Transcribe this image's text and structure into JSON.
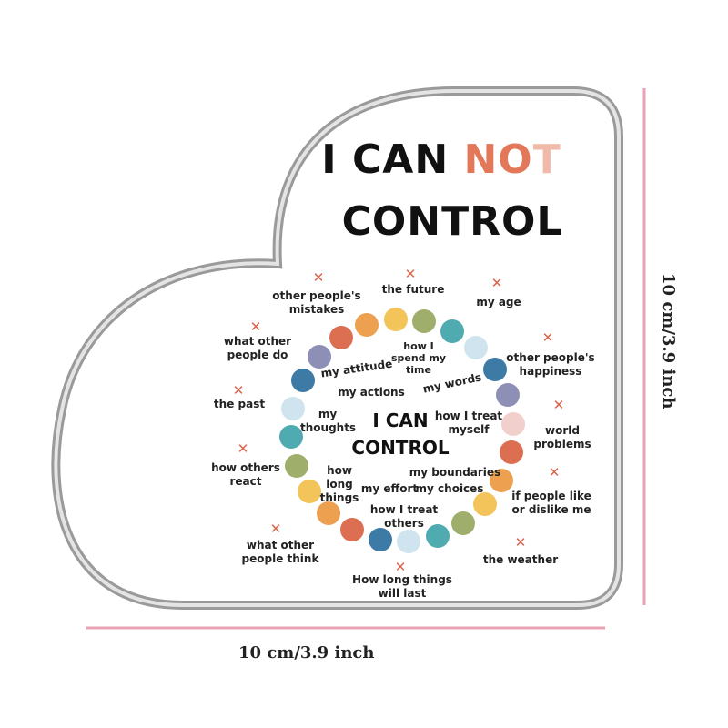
{
  "title": {
    "line1_prefix": "I CAN ",
    "line1_accent": "NO",
    "line1_faded": "T",
    "line2": "CONTROL"
  },
  "center": {
    "line1": "I CAN",
    "line2": "CONTROL"
  },
  "can_control": [
    "how I spend my time",
    "my attitude",
    "my words",
    "my actions",
    "my thoughts",
    "how I treat myself",
    "how long things",
    "my boundaries",
    "my effort",
    "my choices",
    "how I treat others"
  ],
  "cannot_control": [
    "other people's mistakes",
    "the future",
    "my age",
    "what other people do",
    "other people's happiness",
    "the past",
    "world problems",
    "how others react",
    "if people like or dislike me",
    "what other people think",
    "the weather",
    "How long things will last"
  ],
  "x_mark": "✕",
  "dimensions": {
    "height": "10 cm/3.9 inch",
    "width": "10 cm/3.9 inch"
  },
  "colors": {
    "accent": "#e2775a",
    "dim_line": "#e8a3b4",
    "dots": [
      "#f2c45a",
      "#9fae6a",
      "#4fabb0",
      "#cfe4ee",
      "#3d7aa6",
      "#8d8fb6",
      "#f0cfcc",
      "#dc6e52",
      "#eda04f",
      "#f2c45a",
      "#9fae6a",
      "#4fabb0",
      "#cfe4ee",
      "#3d7aa6",
      "#dc6e52",
      "#eda04f",
      "#f2c45a",
      "#9fae6a",
      "#4fabb0",
      "#cfe4ee",
      "#3d7aa6",
      "#8d8fb6",
      "#dc6e52",
      "#eda04f"
    ]
  }
}
